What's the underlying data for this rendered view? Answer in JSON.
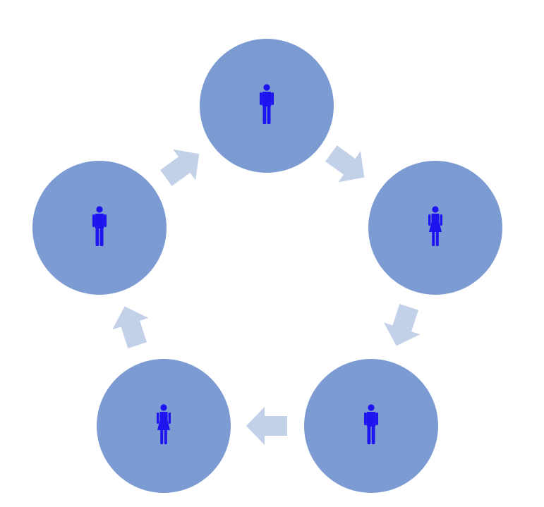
{
  "colors": {
    "background": "#ffffff",
    "circle_fill": "#7b9bd2",
    "arrow_fill": "#c2d0e8",
    "person_fill": "#1d14f0"
  },
  "cycle": {
    "nodes": [
      {
        "icon": "male-person-icon"
      },
      {
        "icon": "female-person-icon"
      },
      {
        "icon": "male-person-icon"
      },
      {
        "icon": "female-person-icon"
      },
      {
        "icon": "male-person-icon"
      }
    ],
    "arrows": [
      {
        "from": 0,
        "to": 1,
        "icon": "chevron-arrow-icon"
      },
      {
        "from": 1,
        "to": 2,
        "icon": "chevron-arrow-icon"
      },
      {
        "from": 2,
        "to": 3,
        "icon": "chevron-arrow-icon"
      },
      {
        "from": 3,
        "to": 4,
        "icon": "chevron-arrow-icon"
      },
      {
        "from": 4,
        "to": 0,
        "icon": "chevron-arrow-icon"
      }
    ]
  }
}
